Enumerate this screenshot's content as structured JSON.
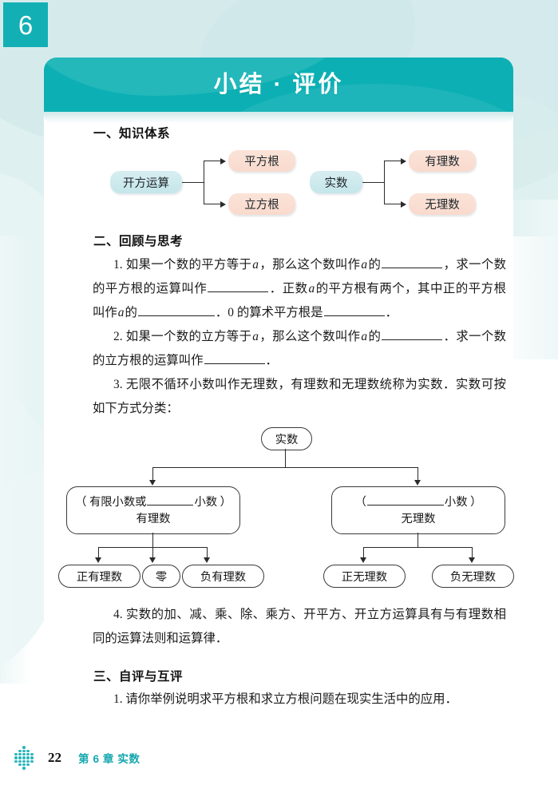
{
  "chapter_badge": {
    "number": "6"
  },
  "banner": {
    "title": "小结 · 评价"
  },
  "sections": {
    "one": {
      "heading": "一、知识体系"
    },
    "two": {
      "heading": "二、回顾与思考"
    },
    "three": {
      "heading": "三、自评与互评"
    }
  },
  "knowledge_map": {
    "group_a": {
      "root": "开方运算",
      "children": [
        "平方根",
        "立方根"
      ]
    },
    "group_b": {
      "root": "实数",
      "children": [
        "有理数",
        "无理数"
      ]
    }
  },
  "questions": {
    "q1": {
      "number": "1.",
      "t1": "如果一个数的平方等于",
      "v1": "a",
      "t2": "，那么这个数叫作",
      "v2": "a",
      "t3": "的",
      "t4": "，求一个数的平方根的运算叫作",
      "t5": "．正数",
      "v3": "a",
      "t6": "的平方根有两个，其中正的平方根叫作",
      "v4": "a",
      "t7": "的",
      "t8": "．0 的算术平方根是",
      "t9": "．"
    },
    "q2": {
      "number": "2.",
      "t1": "如果一个数的立方等于",
      "v1": "a",
      "t2": "，那么这个数叫作",
      "v2": "a",
      "t3": "的",
      "t4": "．求一个数的立方根的运算叫作",
      "t5": "．"
    },
    "q3": {
      "number": "3.",
      "text": "无限不循环小数叫作无理数，有理数和无理数统称为实数．实数可按如下方式分类："
    },
    "q4": {
      "number": "4.",
      "text": "实数的加、减、乘、除、乘方、开平方、开立方运算具有与有理数相同的运算法则和运算律．"
    }
  },
  "class_tree": {
    "root": "实数",
    "branch_left": {
      "caption_pre": "（ 有限小数或",
      "caption_post": "小数 ）",
      "label": "有理数",
      "leaves": [
        "正有理数",
        "零",
        "负有理数"
      ]
    },
    "branch_right": {
      "caption_pre": "（",
      "caption_post": "小数 ）",
      "label": "无理数",
      "leaves": [
        "正无理数",
        "负无理数"
      ]
    }
  },
  "self_eval": {
    "q1": {
      "number": "1.",
      "text": "请你举例说明求平方根和求立方根问题在现实生活中的应用．"
    }
  },
  "footer": {
    "page_number": "22",
    "chapter_label": "第 6 章  实数"
  },
  "colors": {
    "banner_teal": "#0cb0b4",
    "badge_teal": "#12b0b4",
    "bg_band": "#dff0f0",
    "node_blue": "#c4e6ea",
    "node_pink": "#f9dacd",
    "footer_accent": "#14a7ae"
  }
}
